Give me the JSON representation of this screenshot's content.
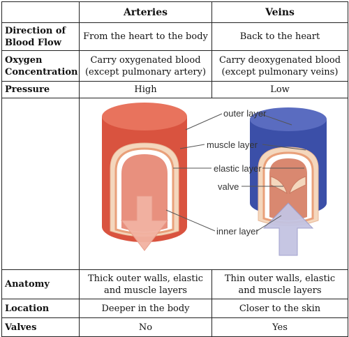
{
  "table": {
    "columns": [
      "",
      "Arteries",
      "Veins"
    ],
    "rows": [
      {
        "label": "Direction of Blood Flow",
        "arteries": "From the heart to the body",
        "veins": "Back to the heart"
      },
      {
        "label": "Oxygen Concentration",
        "arteries": "Carry oxygenated blood (except pulmonary artery)",
        "veins": "Carry deoxygenated blood (except pulmonary veins)"
      },
      {
        "label": "Pressure",
        "arteries": "High",
        "veins": "Low"
      },
      {
        "label": "Anatomy",
        "arteries": "Thick outer walls, elastic and muscle layers",
        "veins": "Thin outer walls, elastic and muscle layers"
      },
      {
        "label": "Location",
        "arteries": "Deeper in the body",
        "veins": "Closer to the skin"
      },
      {
        "label": "Valves",
        "arteries": "No",
        "veins": "Yes"
      }
    ]
  },
  "figure": {
    "labels": {
      "outer": "outer layer",
      "muscle": "muscle layer",
      "elastic": "elastic layer",
      "valve": "valve",
      "inner": "inner layer"
    },
    "colors": {
      "artery": "#d9533f",
      "vein": "#3b4fa8",
      "muscle": "#f4d7bd",
      "arrow": "#f2b2a2",
      "vein_arrow": "#c3c3e2"
    }
  }
}
